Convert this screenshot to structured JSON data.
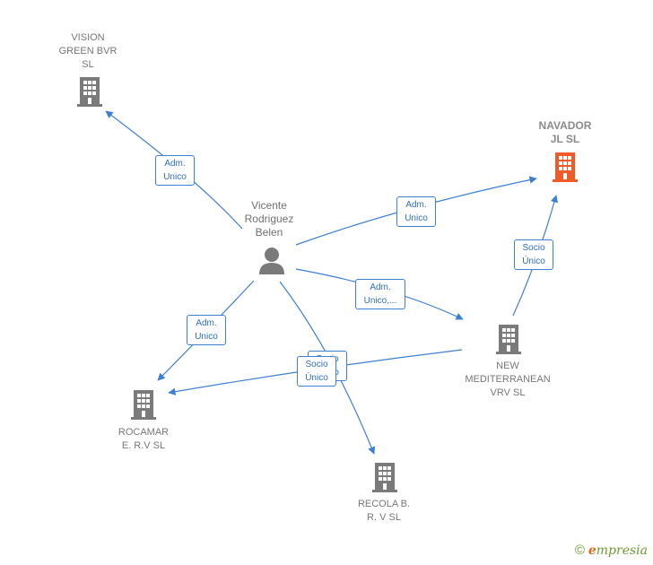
{
  "nodes": {
    "vision": {
      "label": "VISION\nGREEN BVR\nSL",
      "color": "#7a7a7a"
    },
    "navador": {
      "label": "NAVADOR\nJL  SL",
      "color": "#f05a28"
    },
    "vicente": {
      "label": "Vicente\nRodriguez\nBelen",
      "color": "#7a7a7a"
    },
    "newmed": {
      "label": "NEW\nMEDITERRANEAN\nVRV  SL",
      "color": "#7a7a7a"
    },
    "rocamar": {
      "label": "ROCAMAR\nE. R.V SL",
      "color": "#7a7a7a"
    },
    "recola": {
      "label": "RECOLA B.\nR. V SL",
      "color": "#7a7a7a"
    }
  },
  "edges": {
    "vicente_vision": "Adm.\nUnico",
    "vicente_navador": "Adm.\nUnico",
    "vicente_newmed": "Adm.\nUnico,...",
    "vicente_rocamar": "Adm.\nUnico",
    "newmed_navador": "Socio\nÚnico",
    "newmed_rocamar": "Socio\nÚnico",
    "vicente_recola_hidden": "Socio\nÚnico"
  },
  "colors": {
    "edge": "#3d7fd1",
    "building": "#7a7a7a",
    "highlight": "#f05a28"
  },
  "footer": {
    "copyright": "©",
    "brand_initial": "e",
    "brand_rest": "mpresia"
  }
}
